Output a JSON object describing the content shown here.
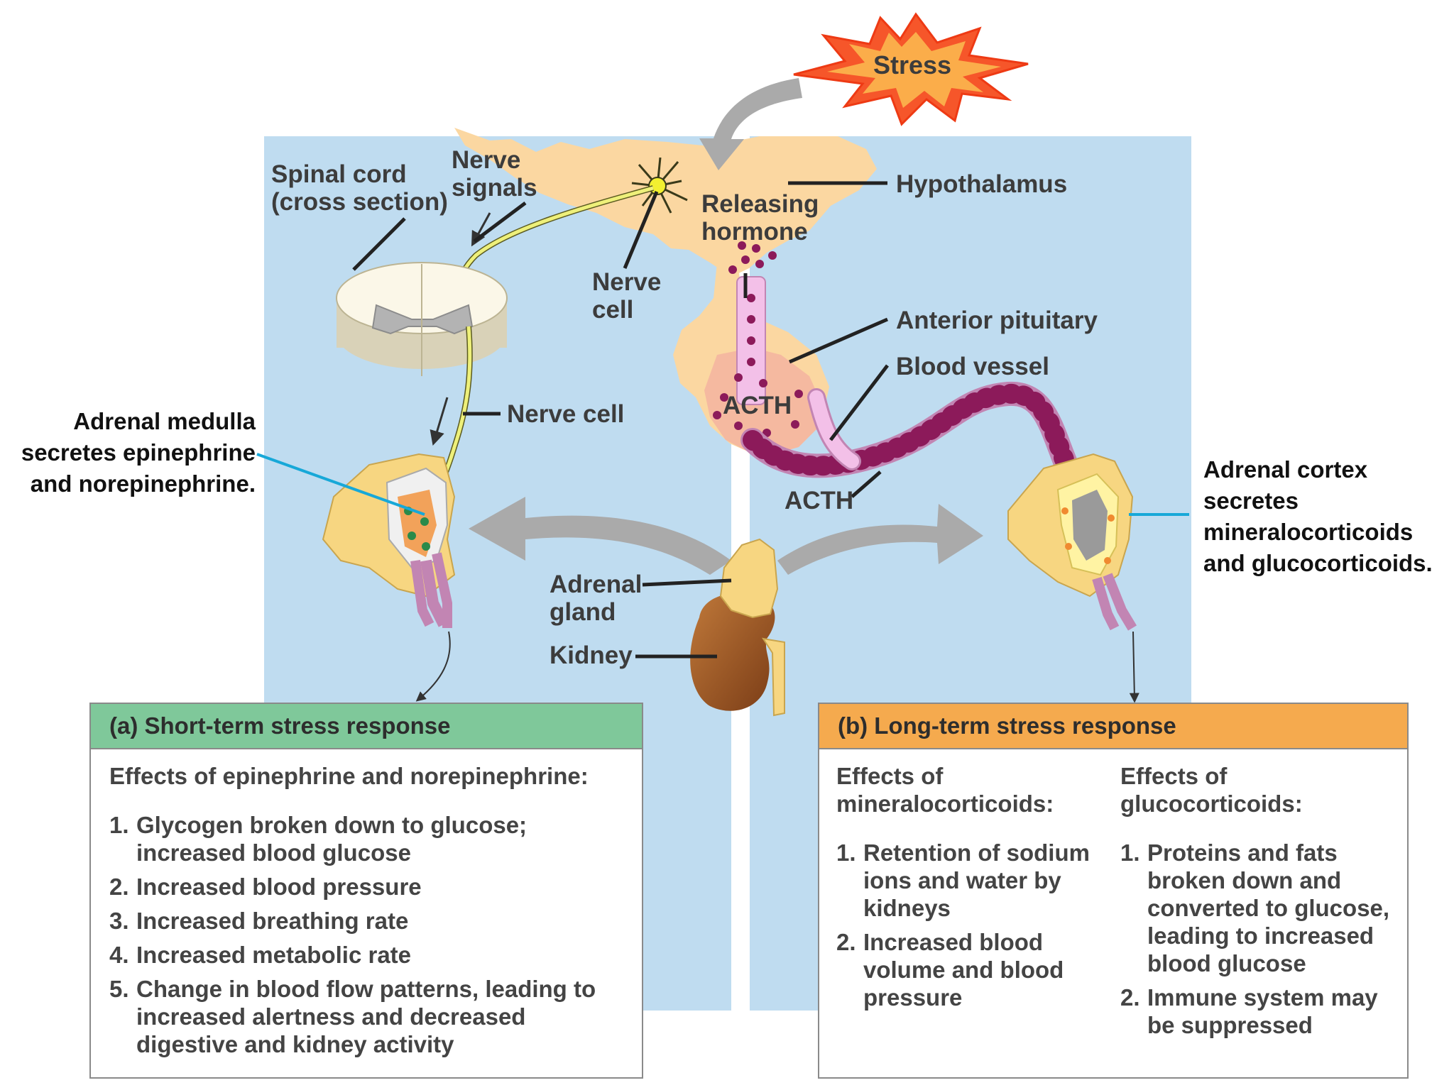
{
  "labels": {
    "stress": "Stress",
    "spinal_cord": [
      "Spinal cord",
      "(cross section)"
    ],
    "nerve_signals": [
      "Nerve",
      "signals"
    ],
    "hypothalamus": "Hypothalamus",
    "releasing_hormone": [
      "Releasing",
      "hormone"
    ],
    "nerve_cell_brain": [
      "Nerve",
      "cell"
    ],
    "anterior_pituitary": "Anterior pituitary",
    "blood_vessel": "Blood vessel",
    "acth_pituitary": "ACTH",
    "acth_vessel": "ACTH",
    "nerve_cell_spinal": "Nerve cell",
    "adrenal_medulla": [
      "Adrenal medulla",
      "secretes epinephrine",
      "and norepinephrine."
    ],
    "adrenal_cortex": [
      "Adrenal cortex",
      "secretes",
      "mineralocorticoids",
      "and glucocorticoids."
    ],
    "adrenal_gland": [
      "Adrenal",
      "gland"
    ],
    "kidney": "Kidney"
  },
  "short_term": {
    "title": "(a) Short-term stress response",
    "subtitle": "Effects of epinephrine and norepinephrine:",
    "items": [
      {
        "num": "1.",
        "text": [
          "Glycogen broken down to glucose;",
          "increased blood glucose"
        ]
      },
      {
        "num": "2.",
        "text": [
          "Increased blood pressure"
        ]
      },
      {
        "num": "3.",
        "text": [
          "Increased breathing rate"
        ]
      },
      {
        "num": "4.",
        "text": [
          "Increased metabolic rate"
        ]
      },
      {
        "num": "5.",
        "text": [
          "Change in blood flow patterns, leading to",
          "increased alertness and decreased",
          "digestive and kidney activity"
        ]
      }
    ]
  },
  "long_term": {
    "title": "(b) Long-term stress response",
    "mineral": {
      "subtitle": [
        "Effects of",
        "mineralocorticoids:"
      ],
      "items": [
        {
          "num": "1.",
          "text": [
            "Retention of sodium",
            "ions and water by",
            "kidneys"
          ]
        },
        {
          "num": "2.",
          "text": [
            "Increased blood",
            "volume and blood",
            "pressure"
          ]
        }
      ]
    },
    "gluco": {
      "subtitle": [
        "Effects of",
        "glucocorticoids:"
      ],
      "items": [
        {
          "num": "1.",
          "text": [
            "Proteins and fats",
            "broken down and",
            "converted to glucose,",
            "leading to increased",
            "blood glucose"
          ]
        },
        {
          "num": "2.",
          "text": [
            "Immune system may",
            "be suppressed"
          ]
        }
      ]
    }
  },
  "colors": {
    "panel_blue": "#bfdcf0",
    "brain_tan": "#fbd7a1",
    "stress_burst": "#f6562a",
    "short_term_header": "#7fc89a",
    "long_term_header": "#f5aa4e",
    "pointer_cyan": "#17a8d8",
    "vessel_pink": "#f3c0e8",
    "hormone_dot": "#8c1a5a"
  }
}
